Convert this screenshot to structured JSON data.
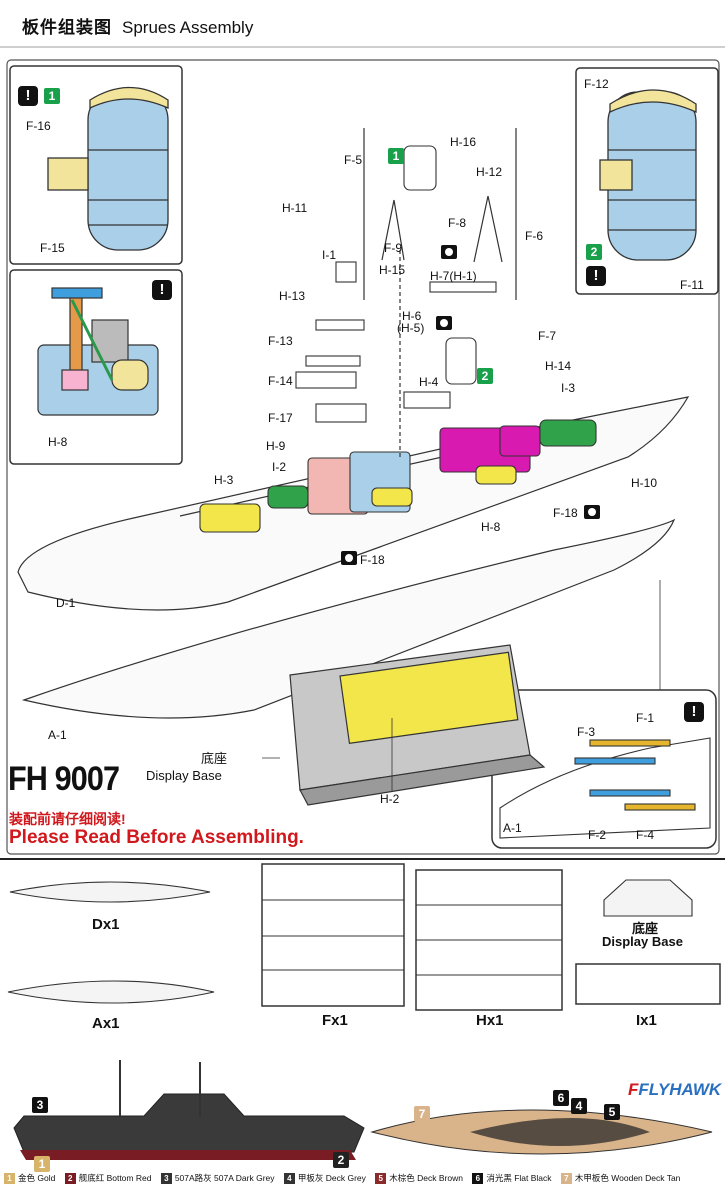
{
  "header": {
    "title_cn": "板件组装图",
    "title_en": "Sprues Assembly"
  },
  "badges": {
    "warn": "!",
    "step1": "1",
    "step2": "2"
  },
  "part_labels": {
    "f16": "F-16",
    "f15": "F-15",
    "f12": "F-12",
    "f11": "F-11",
    "h8a": "H-8",
    "f5": "F-5",
    "h16": "H-16",
    "h12": "H-12",
    "h11": "H-11",
    "f8": "F-8",
    "f6": "F-6",
    "f9": "F-9",
    "i1": "I-1",
    "h15": "H-15",
    "h7": "H-7(H-1)",
    "h13": "H-13",
    "h6": "H-6",
    "h5": "(H-5)",
    "f7": "F-7",
    "f13": "F-13",
    "h14": "H-14",
    "f14": "F-14",
    "h4": "H-4",
    "i3": "I-3",
    "f17": "F-17",
    "h9": "H-9",
    "h10": "H-10",
    "h3": "H-3",
    "i2": "I-2",
    "f18a": "F-18",
    "h8b": "H-8",
    "f18b": "F-18",
    "d1": "D-1",
    "a1a": "A-1",
    "h2": "H-2",
    "base_cn": "底座",
    "base_en": "Display Base",
    "f1": "F-1",
    "f3": "F-3",
    "a1b": "A-1",
    "f2": "F-2",
    "f4": "F-4"
  },
  "code": "FH 9007",
  "warning_cn": "装配前请仔细阅读!",
  "warning_en": "Please Read Before Assembling.",
  "sprues": {
    "d": "Dx1",
    "a": "Ax1",
    "f": "Fx1",
    "h": "Hx1",
    "i": "Ix1",
    "base_cn": "底座",
    "base_en": "Display Base"
  },
  "logo": "FLYHAWK",
  "callouts": {
    "c3": "3",
    "c1": "1",
    "c2": "2",
    "c7": "7",
    "c6": "6",
    "c4": "4",
    "c5": "5"
  },
  "legend": [
    {
      "num": "1",
      "text": "金色 Gold",
      "color": "#d8b46a"
    },
    {
      "num": "2",
      "text": "舰底红 Bottom Red",
      "color": "#7a1c24"
    },
    {
      "num": "3",
      "text": "507A路灰 507A Dark Grey",
      "color": "#333333"
    },
    {
      "num": "4",
      "text": "甲板灰 Deck Grey",
      "color": "#333333"
    },
    {
      "num": "5",
      "text": "木棕色 Deck Brown",
      "color": "#8a2a2a"
    },
    {
      "num": "6",
      "text": "消光黑 Flat Black",
      "color": "#111111"
    },
    {
      "num": "7",
      "text": "木甲板色 Wooden Deck Tan",
      "color": "#d9b38a"
    }
  ]
}
